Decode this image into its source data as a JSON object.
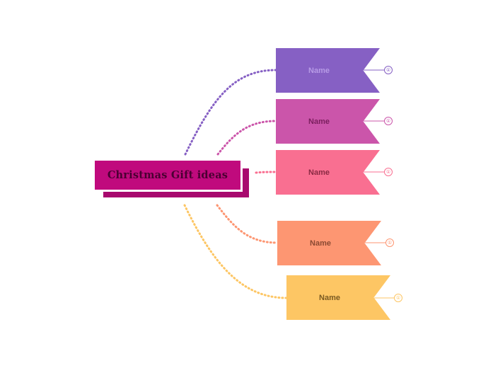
{
  "root": {
    "title": "Christmas Gift ideas"
  },
  "branches": [
    {
      "label": "Name",
      "badge": "①",
      "color": "#8660c4",
      "text_color": "#b79be6"
    },
    {
      "label": "Name",
      "badge": "①",
      "color": "#cb55aa",
      "text_color": "#7a1f5e"
    },
    {
      "label": "Name",
      "badge": "①",
      "color": "#f96f91",
      "text_color": "#8a2a43"
    },
    {
      "label": "Name",
      "badge": "①",
      "color": "#fd9672",
      "text_color": "#8a4a33"
    },
    {
      "label": "Name",
      "badge": "①",
      "color": "#fdc664",
      "text_color": "#7a5a22"
    }
  ]
}
